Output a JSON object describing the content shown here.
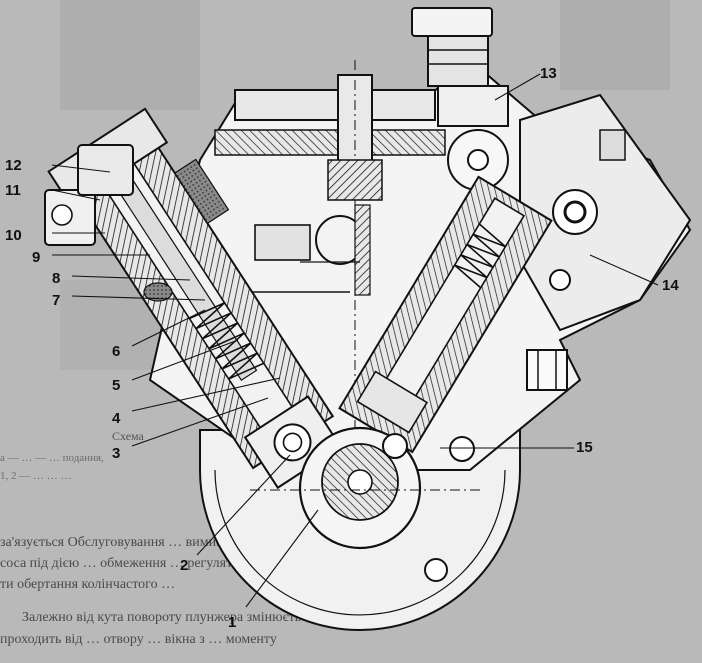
{
  "figure": {
    "callouts": [
      {
        "id": "1",
        "label": "1"
      },
      {
        "id": "2",
        "label": "2"
      },
      {
        "id": "3",
        "label": "3"
      },
      {
        "id": "4",
        "label": "4"
      },
      {
        "id": "5",
        "label": "5"
      },
      {
        "id": "6",
        "label": "6"
      },
      {
        "id": "7",
        "label": "7"
      },
      {
        "id": "8",
        "label": "8"
      },
      {
        "id": "9",
        "label": "9"
      },
      {
        "id": "10",
        "label": "10"
      },
      {
        "id": "11",
        "label": "11"
      },
      {
        "id": "12",
        "label": "12"
      },
      {
        "id": "13",
        "label": "13"
      },
      {
        "id": "14",
        "label": "14"
      },
      {
        "id": "15",
        "label": "15"
      }
    ]
  },
  "page_text": {
    "caption_fragment": "Схема",
    "legend_line_1": "а — …                              — …                       подання,",
    "legend_line_2": "1, 2 — …               …                            …",
    "body_line_1": "за'язується Обслуговування … вимикається … палива, корпусу на",
    "body_line_2": "соса під дією … обмеження … регулятора часте",
    "body_line_3": "ти обертання колінчастого …",
    "body_line_4": "Залежно від кута повороту плунжера змінюється момент, яку ви",
    "body_line_5": "проходить від … отвору … вікна з … моменту"
  }
}
